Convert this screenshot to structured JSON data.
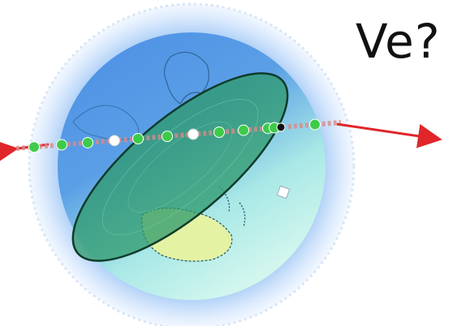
{
  "label": {
    "text": "Ve?"
  },
  "colors": {
    "glow_outer": "#dfeeff",
    "glow_inner": "#6fa9ee",
    "ocean_top": "#4f8fe6",
    "ocean_bottom": "#bff3ec",
    "land": "#e4f2a4",
    "land_outline": "#1f5a6b",
    "disc_fill": "#2d9a6b",
    "disc_edge": "#0f3b2a",
    "orbit_line": "#d93a3a",
    "orbit_dot_green": "#3ecb4a",
    "orbit_dot_white": "#ffffff",
    "orbit_dot_black": "#111111",
    "arrow": "#e0262a"
  },
  "orbit": {
    "dots": [
      "green",
      "green",
      "green",
      "white",
      "green",
      "green",
      "white",
      "green",
      "green",
      "green",
      "green",
      "black",
      "green"
    ]
  }
}
